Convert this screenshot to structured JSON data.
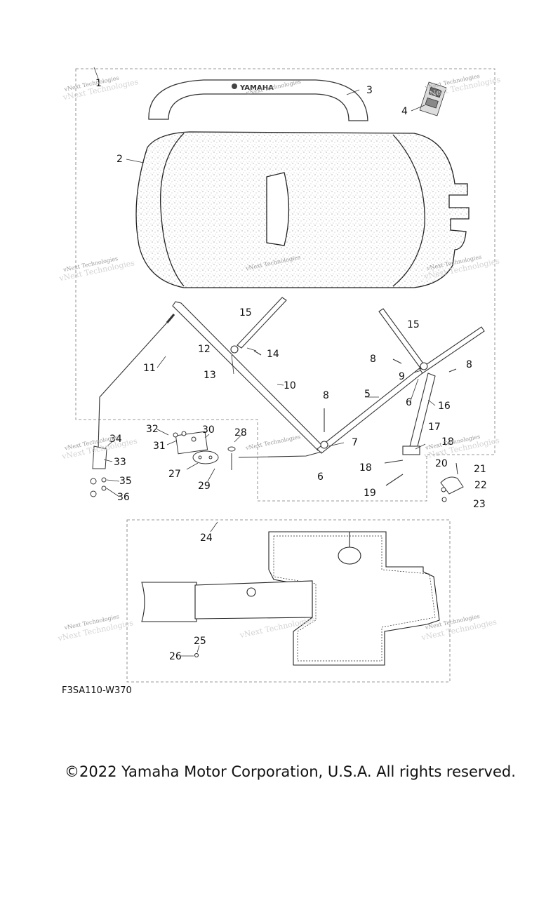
{
  "diagram": {
    "brand_text": "YAMAHA",
    "figure_code": "F3SA110-W370",
    "copyright": "©2022 Yamaha Motor Corporation, U.S.A. All rights reserved.",
    "watermark_line1": "vNext Technologies",
    "watermark_line2": "vNext Technologies",
    "callouts": [
      "1",
      "2",
      "3",
      "4",
      "5",
      "6",
      "6",
      "7",
      "8",
      "8",
      "8",
      "9",
      "10",
      "11",
      "12",
      "13",
      "14",
      "15",
      "15",
      "16",
      "17",
      "18",
      "18",
      "19",
      "20",
      "21",
      "22",
      "23",
      "24",
      "25",
      "26",
      "27",
      "28",
      "29",
      "30",
      "31",
      "32",
      "33",
      "34",
      "35",
      "36"
    ]
  }
}
